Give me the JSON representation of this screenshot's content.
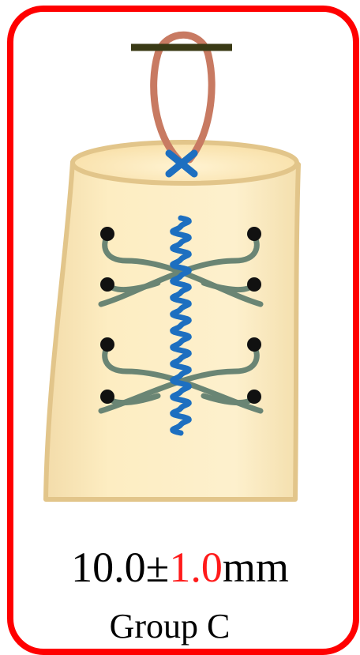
{
  "measurement": {
    "mean": "10.0",
    "pm": "±",
    "error": "1.0",
    "unit": "mm"
  },
  "group_label": "Group C",
  "colors": {
    "frame": "#ff0000",
    "error_text": "#ff1a1a",
    "tendon_fill": "#fde9b5",
    "tendon_outline": "#e2c58a",
    "loop_suture": "#c87a62",
    "core_suture": "#1d6fc0",
    "cross_suture": "#6a8574",
    "bar": "#3a3a15"
  }
}
